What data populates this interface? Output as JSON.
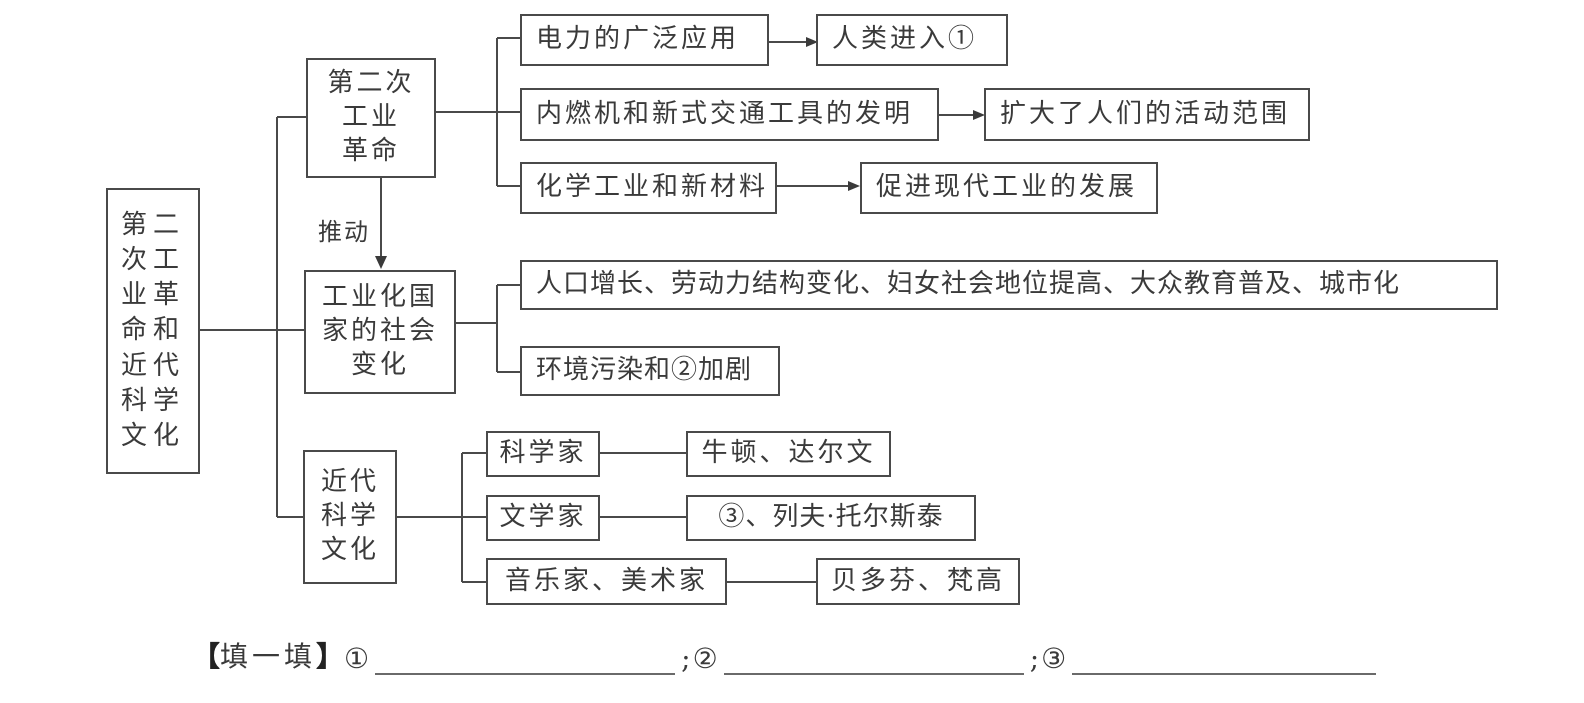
{
  "root": {
    "label": "第二\n次工\n业革\n命和\n近代\n科学\n文化"
  },
  "branches": {
    "industrial_revolution": {
      "label": "第二次\n工业\n革命",
      "items": [
        {
          "cause": "电力的广泛应用",
          "effect": "人类进入①"
        },
        {
          "cause": "内燃机和新式交通工具的发明",
          "effect": "扩大了人们的活动范围"
        },
        {
          "cause": "化学工业和新材料",
          "effect": "促进现代工业的发展"
        }
      ]
    },
    "push_label": "推动",
    "social_change": {
      "label": "工业化国\n家的社会\n变化",
      "items": [
        "人口增长、劳动力结构变化、妇女社会地位提高、大众教育普及、城市化",
        "环境污染和②加剧"
      ]
    },
    "science_culture": {
      "label": "近代\n科学\n文化",
      "items": [
        {
          "category": "科学家",
          "people": "牛顿、达尔文"
        },
        {
          "category": "文学家",
          "people": "③、列夫·托尔斯泰"
        },
        {
          "category": "音乐家、美术家",
          "people": "贝多芬、梵高"
        }
      ]
    }
  },
  "fill_in": {
    "title": "填一填",
    "bracket_open": "【",
    "bracket_close": "】",
    "blanks": [
      "①",
      "②",
      "③"
    ],
    "separator": ";"
  }
}
